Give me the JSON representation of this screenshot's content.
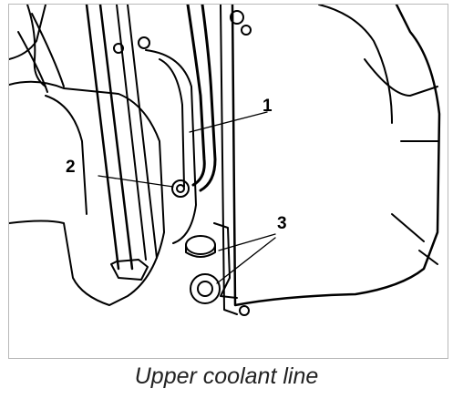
{
  "figure": {
    "caption": "Upper coolant line",
    "callouts": [
      "1",
      "2",
      "3"
    ]
  }
}
